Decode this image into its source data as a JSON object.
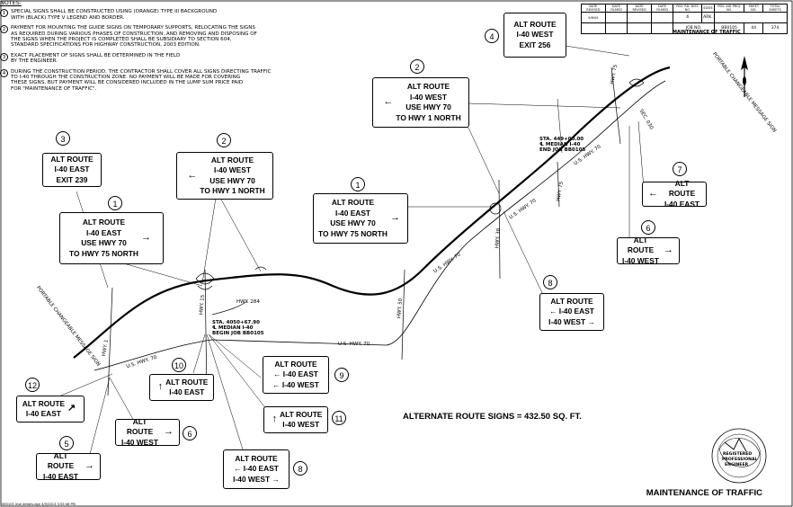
{
  "notes": {
    "title": "NOTES:",
    "items": [
      {
        "n": "1",
        "text": "SPECIAL SIGNS SHALL BE CONSTRUCTED USING (ORANGE) TYPE III BACKGROUND\nWITH (BLACK) TYPE V LEGEND AND BORDER."
      },
      {
        "n": "2",
        "text": "PAYMENT FOR MOUNTING THE GUIDE SIGNS ON TEMPORARY SUPPORTS, RELOCATING THE SIGNS\nAS REQUIRED DURING VARIOUS PHASES OF CONSTRUCTION, AND REMOVING AND DISPOSING OF\nTHE SIGNS WHEN THE PROJECT IS COMPLETED SHALL BE SUBSIDIARY TO SECTION 604,\nSTANDARD SPECIFICATIONS FOR HIGHWAY CONSTRUCTION, 2003 EDITION."
      },
      {
        "n": "3",
        "text": "EXACT PLACEMENT OF SIGNS SHALL BE DETERMINED IN THE FIELD\nBY THE ENGINEER."
      },
      {
        "n": "4",
        "text": "DURING THE CONSTRUCTION PERIOD, THE CONTRACTOR SHALL COVER ALL SIGNS DIRECTING TRAFFIC\nTO I-40 THROUGH THE CONSTRUCTION ZONE. NO PAYMENT WILL BE MADE FOR COVERING\nTHESE SIGNS, BUT PAYMENT WILL BE CONSIDERED INCLUDED IN THE LUMP SUM PRICE PAID\nFOR \"MAINTENANCE OF TRAFFIC\"."
      }
    ]
  },
  "title_block": {
    "headers": [
      "DATE REVISED",
      "DATE FILMED",
      "DATE REVISED",
      "DATE FILMED",
      "FED. RD. DIST. NO.",
      "STATE",
      "FED. AID PROJ. NO.",
      "SHEET NO.",
      "TOTAL SHEETS"
    ],
    "row1_left": "9/8/09",
    "district": "6",
    "state": "ARK.",
    "job_label": "JOB NO.",
    "job_no": "BB0105",
    "sheet_no": "44",
    "total_sheets": "374",
    "sheet_title": "MAINTENANCE OF TRAFFIC"
  },
  "signs": [
    {
      "id": "s4top",
      "lines": [
        "ALT ROUTE",
        "I-40 WEST",
        "EXIT 256"
      ],
      "arrow": ""
    },
    {
      "id": "s2right",
      "lines": [
        "ALT ROUTE",
        "I-40 WEST",
        "USE HWY 70",
        "TO HWY 1 NORTH"
      ],
      "arrow": "←",
      "arrow_side": "left"
    },
    {
      "id": "s3",
      "lines": [
        "ALT ROUTE",
        "I-40 EAST",
        "EXIT 239"
      ],
      "arrow": ""
    },
    {
      "id": "s2mid",
      "lines": [
        "ALT ROUTE",
        "I-40 WEST",
        "USE HWY 70",
        "TO HWY 1 NORTH"
      ],
      "arrow": "←",
      "arrow_side": "left"
    },
    {
      "id": "s1left",
      "lines": [
        "ALT ROUTE",
        "I-40 EAST",
        "USE HWY 70",
        "TO HWY 75 NORTH"
      ],
      "arrow": "→",
      "arrow_side": "right"
    },
    {
      "id": "s1mid",
      "lines": [
        "ALT ROUTE",
        "I-40 EAST",
        "USE HWY 70",
        "TO HWY 75 NORTH"
      ],
      "arrow": "→",
      "arrow_side": "right"
    },
    {
      "id": "s7",
      "lines": [
        "ALT ROUTE",
        "I-40 EAST"
      ],
      "arrow": "←",
      "arrow_side": "left"
    },
    {
      "id": "s6right",
      "lines": [
        "ALT ROUTE",
        "I-40 WEST"
      ],
      "arrow": "→",
      "arrow_side": "right"
    },
    {
      "id": "s8right",
      "lines": [
        "ALT ROUTE",
        "← I-40 EAST",
        "I-40 WEST →"
      ],
      "arrow": ""
    },
    {
      "id": "s9",
      "lines": [
        "ALT ROUTE",
        "← I-40 EAST",
        "← I-40 WEST"
      ],
      "arrow": ""
    },
    {
      "id": "s10",
      "lines": [
        "ALT ROUTE",
        "I-40 EAST"
      ],
      "arrow": "↑",
      "arrow_side": "left"
    },
    {
      "id": "s11",
      "lines": [
        "ALT ROUTE",
        "I-40 WEST"
      ],
      "arrow": "↑",
      "arrow_side": "left"
    },
    {
      "id": "s12",
      "lines": [
        "ALT ROUTE",
        "I-40 EAST"
      ],
      "arrow": "↗",
      "arrow_side": "right"
    },
    {
      "id": "s6left",
      "lines": [
        "ALT ROUTE",
        "I-40 WEST"
      ],
      "arrow": "→",
      "arrow_side": "right"
    },
    {
      "id": "s5",
      "lines": [
        "ALT ROUTE",
        "I-40 EAST"
      ],
      "arrow": "→",
      "arrow_side": "right"
    },
    {
      "id": "s8bottom",
      "lines": [
        "ALT ROUTE",
        "← I-40 EAST",
        "I-40 WEST →"
      ],
      "arrow": ""
    }
  ],
  "callouts": [
    "4",
    "2",
    "3",
    "2",
    "1",
    "1",
    "7",
    "6",
    "8",
    "9",
    "10",
    "11",
    "12",
    "6",
    "5",
    "8"
  ],
  "labels": {
    "sta_right": "STA. 449+00.00",
    "median_right": "℄ MEDIAN I-40",
    "end_job": "END JOB BB0105",
    "sta_left": "STA. 4050+67.90",
    "median_left": "℄ MEDIAN I-40",
    "begin_job": "BEGIN JOB BB0105",
    "pcms_left": "PORTABLE CHANGEABLE MESSAGE SIGN",
    "pcms_right": "PORTABLE CHANGEABLE MESSAGE SIGN",
    "us70_a": "U.S. HWY. 70",
    "us70_b": "U.S. HWY. 70",
    "us70_c": "U.S. HWY. 70",
    "us70_d": "U.S. HWY. 70",
    "us70_e": "U.S. HWY. 70",
    "hwy284": "HWY. 284",
    "hwy1": "HWY. 1",
    "hwy15": "HWY. 15",
    "hwy38": "HWY. 38",
    "hwy50": "HWY. 50",
    "hwy75a": "HWY. 75",
    "hwy75b": "HWY. 75",
    "sec": "SEC. 030"
  },
  "area_text": "ALTERNATE ROUTE SIGNS = 432.50 SQ. FT.",
  "footer_title": "MAINTENANCE OF TRAFFIC",
  "plot_info": "060105 mot details.dgn 4/9/2013 3:55:46 PM",
  "stamp": {
    "l1": "REGISTERED",
    "l2": "PROFESSIONAL",
    "l3": "ENGINEER"
  }
}
